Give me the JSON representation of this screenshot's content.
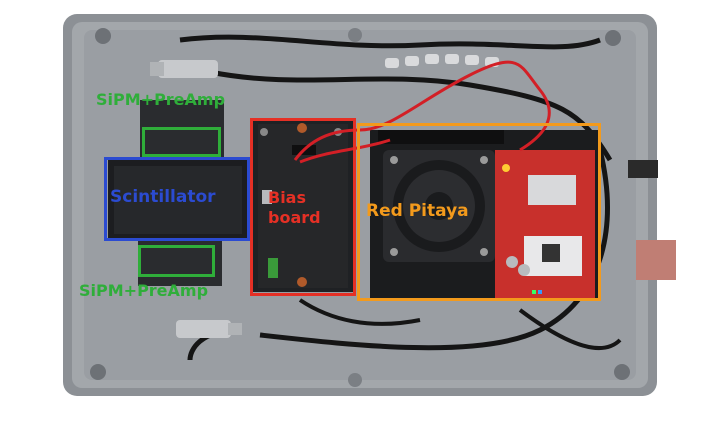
{
  "annotations": {
    "sipm_top": {
      "text": "SiPM+PreAmp",
      "color": "#2fae3a"
    },
    "sipm_bottom": {
      "text": "SiPM+PreAmp",
      "color": "#2fae3a"
    },
    "scintillator": {
      "text": "Scintillator",
      "color": "#2b4bd1"
    },
    "bias_board": {
      "line1": "Bias",
      "line2": "board",
      "color": "#e53025"
    },
    "red_pitaya": {
      "text": "Red Pitaya",
      "color": "#f39a1c"
    }
  },
  "photo": {
    "subject": "open aluminium enclosure with electronics",
    "colors": {
      "enclosure": "#9a9ea2",
      "enclosure_dark": "#6f7378",
      "board_black": "#1e2022",
      "pcb_red": "#c8302c",
      "cable": "#161616",
      "wire_red": "#d31f26"
    }
  }
}
